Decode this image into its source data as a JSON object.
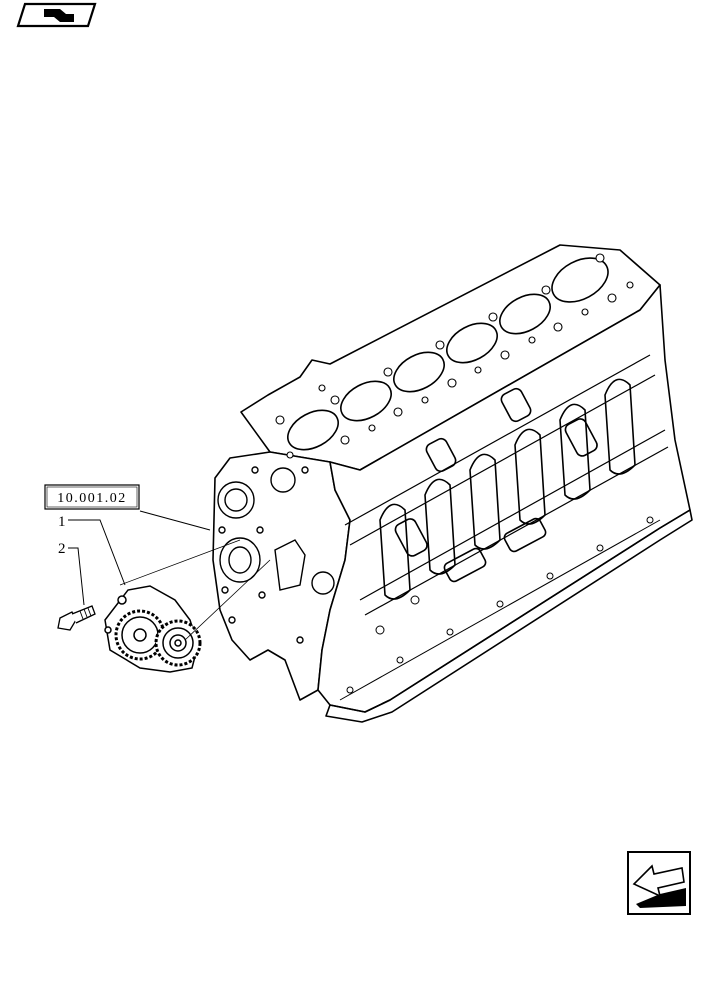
{
  "reference_code": "10.001.02",
  "callouts": [
    {
      "number": "1"
    },
    {
      "number": "2"
    }
  ],
  "icons": {
    "top_left": "book-icon",
    "bottom_right": "next-page-arrow-icon"
  },
  "colors": {
    "line": "#000000",
    "background": "#ffffff"
  }
}
